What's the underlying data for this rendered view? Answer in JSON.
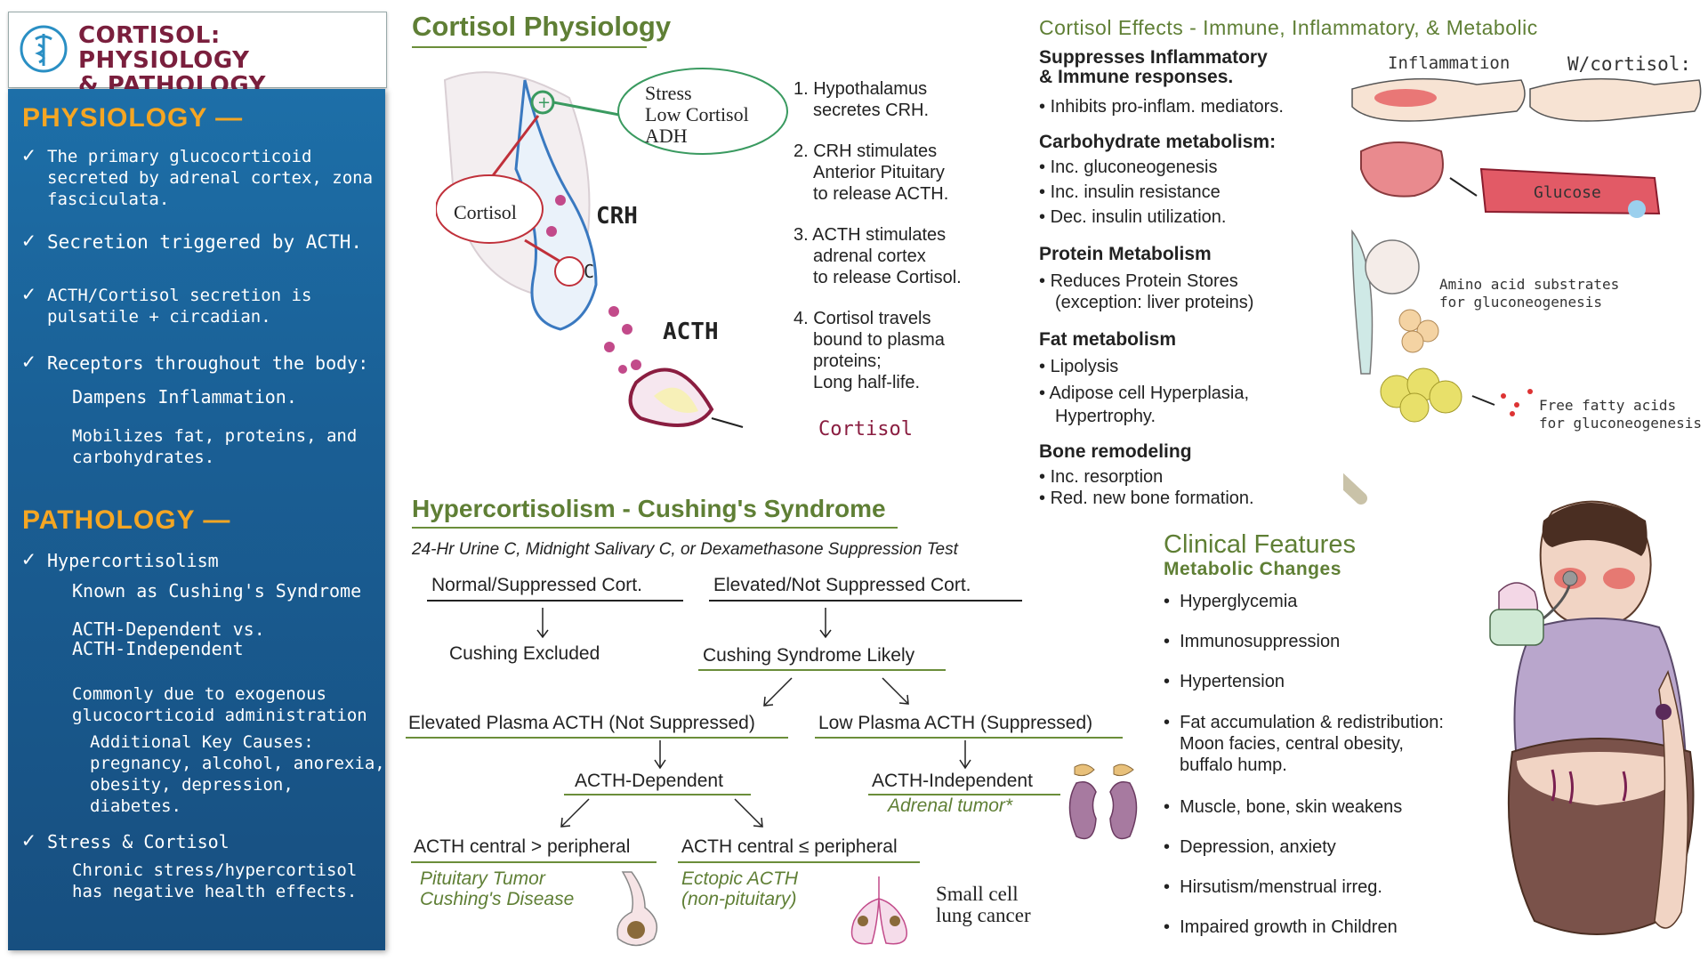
{
  "title": {
    "line1": "CORTISOL: PHYSIOLOGY",
    "line2": "& PATHOLOGY"
  },
  "sidebar": {
    "physiology_heading": "PHYSIOLOGY —",
    "phys1": [
      "The primary glucocorticoid",
      "secreted by adrenal cortex, zona",
      "fasciculata."
    ],
    "phys2": "Secretion triggered by ACTH.",
    "phys3": [
      "ACTH/Cortisol secretion is",
      "pulsatile + circadian."
    ],
    "phys4": "Receptors throughout the body:",
    "phys4_sub1": "Dampens Inflammation.",
    "phys4_sub2": [
      "Mobilizes fat, proteins, and",
      "carbohydrates."
    ],
    "pathology_heading": "PATHOLOGY —",
    "path1": "Hypercortisolism",
    "path1_sub1": "Known as Cushing's Syndrome",
    "path1_sub2": [
      "ACTH-Dependent vs.",
      "ACTH-Independent"
    ],
    "path1_sub3": [
      "Commonly due to exogenous",
      "glucocorticoid administration"
    ],
    "path1_sub4": [
      "Additional Key Causes:",
      "pregnancy, alcohol, anorexia,",
      "obesity, depression, diabetes."
    ],
    "path2": "Stress & Cortisol",
    "path2_sub": [
      "Chronic stress/hypercortisol",
      "has negative health effects."
    ]
  },
  "physiology_section": {
    "heading": "Cortisol Physiology",
    "bubble_stress": [
      "Stress",
      "Low Cortisol",
      "ADH"
    ],
    "bubble_cortisol": "Cortisol",
    "label_crh": "CRH",
    "label_c": "C",
    "label_acth": "ACTH",
    "label_cortisol_out": "Cortisol",
    "steps": [
      [
        "1. Hypothalamus",
        "secretes CRH."
      ],
      [
        "2. CRH stimulates",
        "Anterior Pituitary",
        "to release ACTH."
      ],
      [
        "3. ACTH stimulates",
        "adrenal cortex",
        "to release Cortisol."
      ],
      [
        "4. Cortisol travels",
        "bound to plasma",
        "proteins;",
        "Long half-life."
      ]
    ]
  },
  "effects_section": {
    "heading": "Cortisol Effects - Immune, Inflammatory, & Metabolic",
    "groups": [
      {
        "title": [
          "Suppresses Inflammatory",
          "& Immune responses."
        ],
        "items": [
          "Inhibits pro-inflam. mediators."
        ]
      },
      {
        "title": [
          "Carbohydrate metabolism:"
        ],
        "items": [
          "Inc. gluconeogenesis",
          "Inc. insulin resistance",
          "Dec. insulin utilization."
        ]
      },
      {
        "title": [
          "Protein Metabolism"
        ],
        "items": [
          "Reduces Protein Stores",
          "(exception: liver proteins)"
        ]
      },
      {
        "title": [
          "Fat metabolism"
        ],
        "items": [
          "Lipolysis",
          "Adipose cell Hyperplasia,",
          "Hypertrophy."
        ]
      },
      {
        "title": [
          "Bone remodeling"
        ],
        "items": [
          "Inc. resorption",
          "Red. new bone formation."
        ]
      }
    ],
    "label_inflammation": "Inflammation",
    "label_wcortisol": "W/cortisol:",
    "label_glucose": "Glucose",
    "label_amino": [
      "Amino acid substrates",
      "for gluconeogenesis"
    ],
    "label_ffa": [
      "Free fatty acids",
      "for gluconeogenesis"
    ]
  },
  "cushing_section": {
    "heading": "Hypercortisolism - Cushing's Syndrome",
    "tests": "24-Hr Urine C, Midnight Salivary C, or Dexamethasone Suppression Test",
    "normal": "Normal/Suppressed Cort.",
    "elevated": "Elevated/Not Suppressed Cort.",
    "excluded": "Cushing Excluded",
    "likely": "Cushing Syndrome Likely",
    "elevated_acth": "Elevated Plasma ACTH (Not Suppressed)",
    "low_acth": "Low Plasma ACTH (Suppressed)",
    "dependent": "ACTH-Dependent",
    "independent": "ACTH-Independent",
    "adrenal_tumor": "Adrenal tumor*",
    "central_gt": "ACTH central > peripheral",
    "central_le": "ACTH central ≤ peripheral",
    "pituitary": [
      "Pituitary Tumor",
      "Cushing's Disease"
    ],
    "ectopic": [
      "Ectopic ACTH",
      "(non-pituitary)"
    ],
    "small_cell": [
      "Small cell",
      "lung cancer"
    ]
  },
  "clinical_section": {
    "heading": "Clinical Features",
    "subheading": "Metabolic Changes",
    "items": [
      [
        "Hyperglycemia"
      ],
      [
        "Immunosuppression"
      ],
      [
        "Hypertension"
      ],
      [
        "Fat accumulation & redistribution:",
        "Moon facies, central obesity,",
        "buffalo hump."
      ],
      [
        "Muscle, bone, skin weakens"
      ],
      [
        "Depression, anxiety"
      ],
      [
        "Hirsutism/menstrual irreg."
      ],
      [
        "Impaired growth in Children"
      ]
    ]
  },
  "colors": {
    "sidebar_blue": "#1a5f95",
    "accent_orange": "#f5a623",
    "heading_green": "#5f7f35",
    "title_maroon": "#7a1f3d",
    "cortisol_magenta": "#b0306e"
  }
}
